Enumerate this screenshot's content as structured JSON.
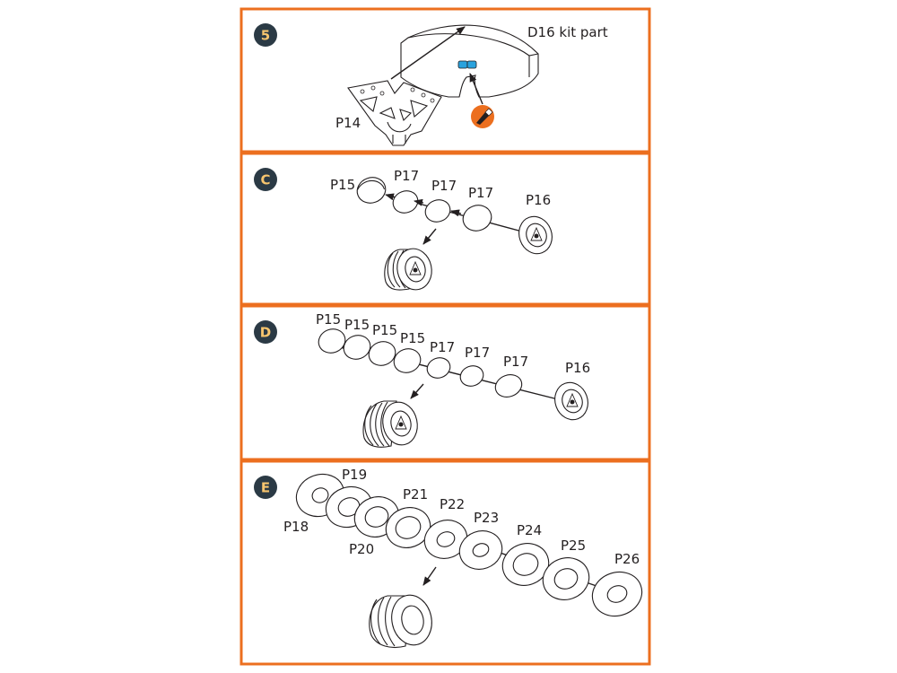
{
  "accent_color": "#ec6f1f",
  "badge_color": "#2b3a45",
  "panels": [
    {
      "badge": "5",
      "labels": {
        "kit_part": "D16 kit part",
        "frame": "P14"
      }
    },
    {
      "badge": "C",
      "labels": {
        "a": "P15",
        "b": "P17",
        "c": "P17",
        "d": "P17",
        "e": "P16"
      }
    },
    {
      "badge": "D",
      "labels": {
        "a": "P15",
        "b": "P15",
        "c": "P15",
        "d": "P15",
        "e": "P17",
        "f": "P17",
        "g": "P17",
        "h": "P16"
      }
    },
    {
      "badge": "E",
      "labels": {
        "a": "P18",
        "b": "P19",
        "c": "P20",
        "d": "P21",
        "e": "P22",
        "f": "P23",
        "g": "P24",
        "h": "P25",
        "i": "P26"
      }
    }
  ]
}
